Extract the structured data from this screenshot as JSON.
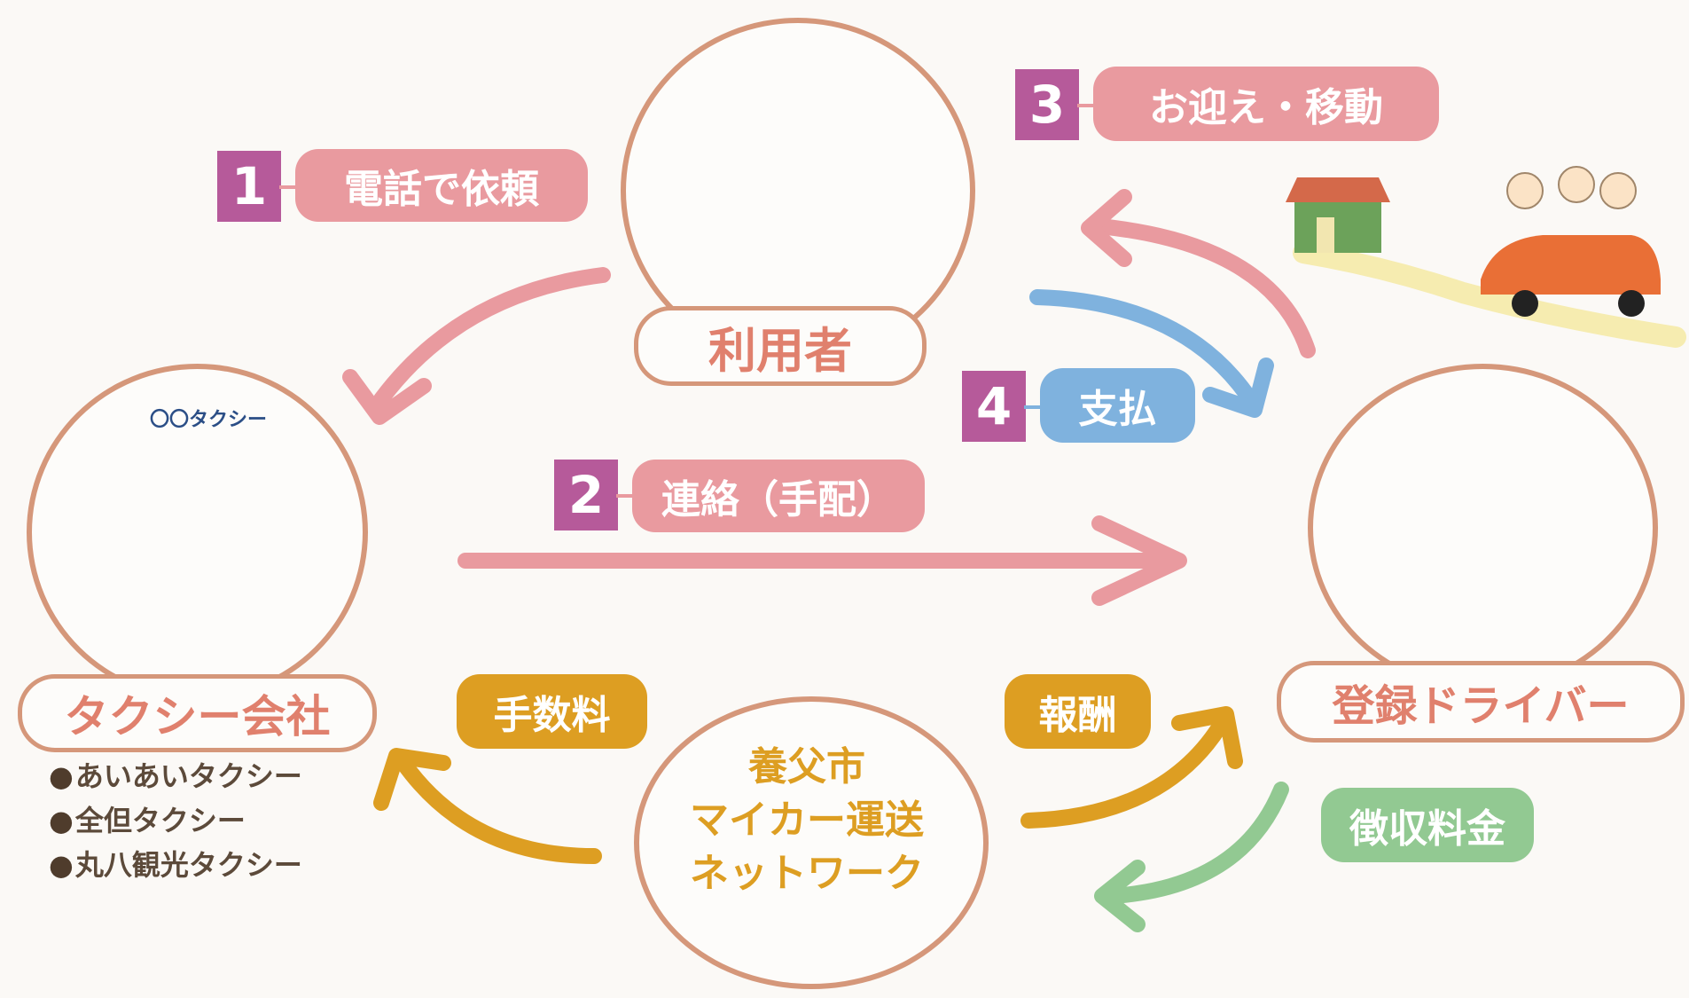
{
  "nodes": {
    "user": "利用者",
    "taxi_company": "タクシー会社",
    "registered_driver": "登録ドライバー",
    "network_lines": [
      "養父市",
      "マイカー運送",
      "ネットワーク"
    ],
    "taxi_sign": "〇〇タクシー"
  },
  "steps": [
    {
      "num": "1",
      "label": "電話で依頼"
    },
    {
      "num": "2",
      "label": "連絡（手配）"
    },
    {
      "num": "3",
      "label": "お迎え・移動"
    },
    {
      "num": "4",
      "label": "支払"
    }
  ],
  "flows": {
    "commission": "手数料",
    "reward": "報酬",
    "collected_fee": "徴収料金"
  },
  "taxi_companies": [
    "あいあいタクシー",
    "全但タクシー",
    "丸八観光タクシー"
  ],
  "colors": {
    "pink": "#e99a9f",
    "blue": "#7fb2de",
    "gold": "#dd9e22",
    "green": "#92c992",
    "step_badge": "#b65a9a",
    "outline": "#d5977a",
    "node_text": "#e0806d"
  }
}
